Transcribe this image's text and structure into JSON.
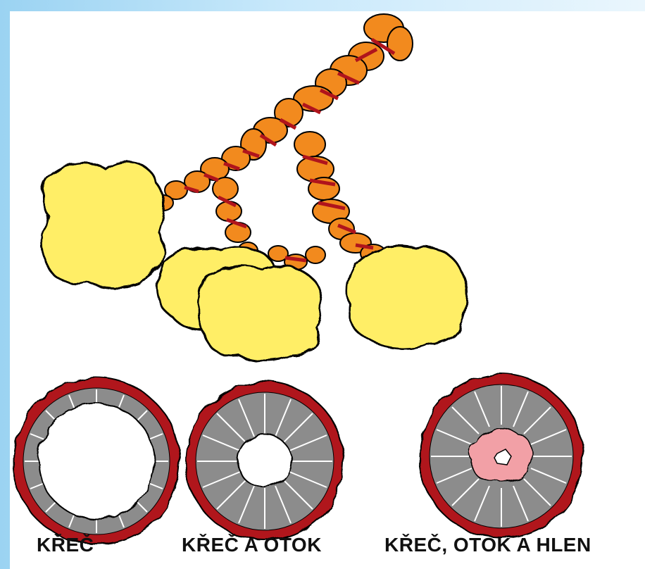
{
  "labels": {
    "spasm": "KŘEČ",
    "spasm_swelling": "KŘEČ A OTOK",
    "spasm_swelling_mucus": "KŘEČ, OTOK A HLEN"
  },
  "colors": {
    "background_gradient_left": "#9bd3f2",
    "background_gradient_right": "#eaf6fd",
    "alveoli_yellow": "#ffee66",
    "bronchi_orange": "#f28a1e",
    "muscle_red": "#b0141c",
    "mucus_pink": "#f2a0a6",
    "wall_gray": "#8c8c8c"
  }
}
